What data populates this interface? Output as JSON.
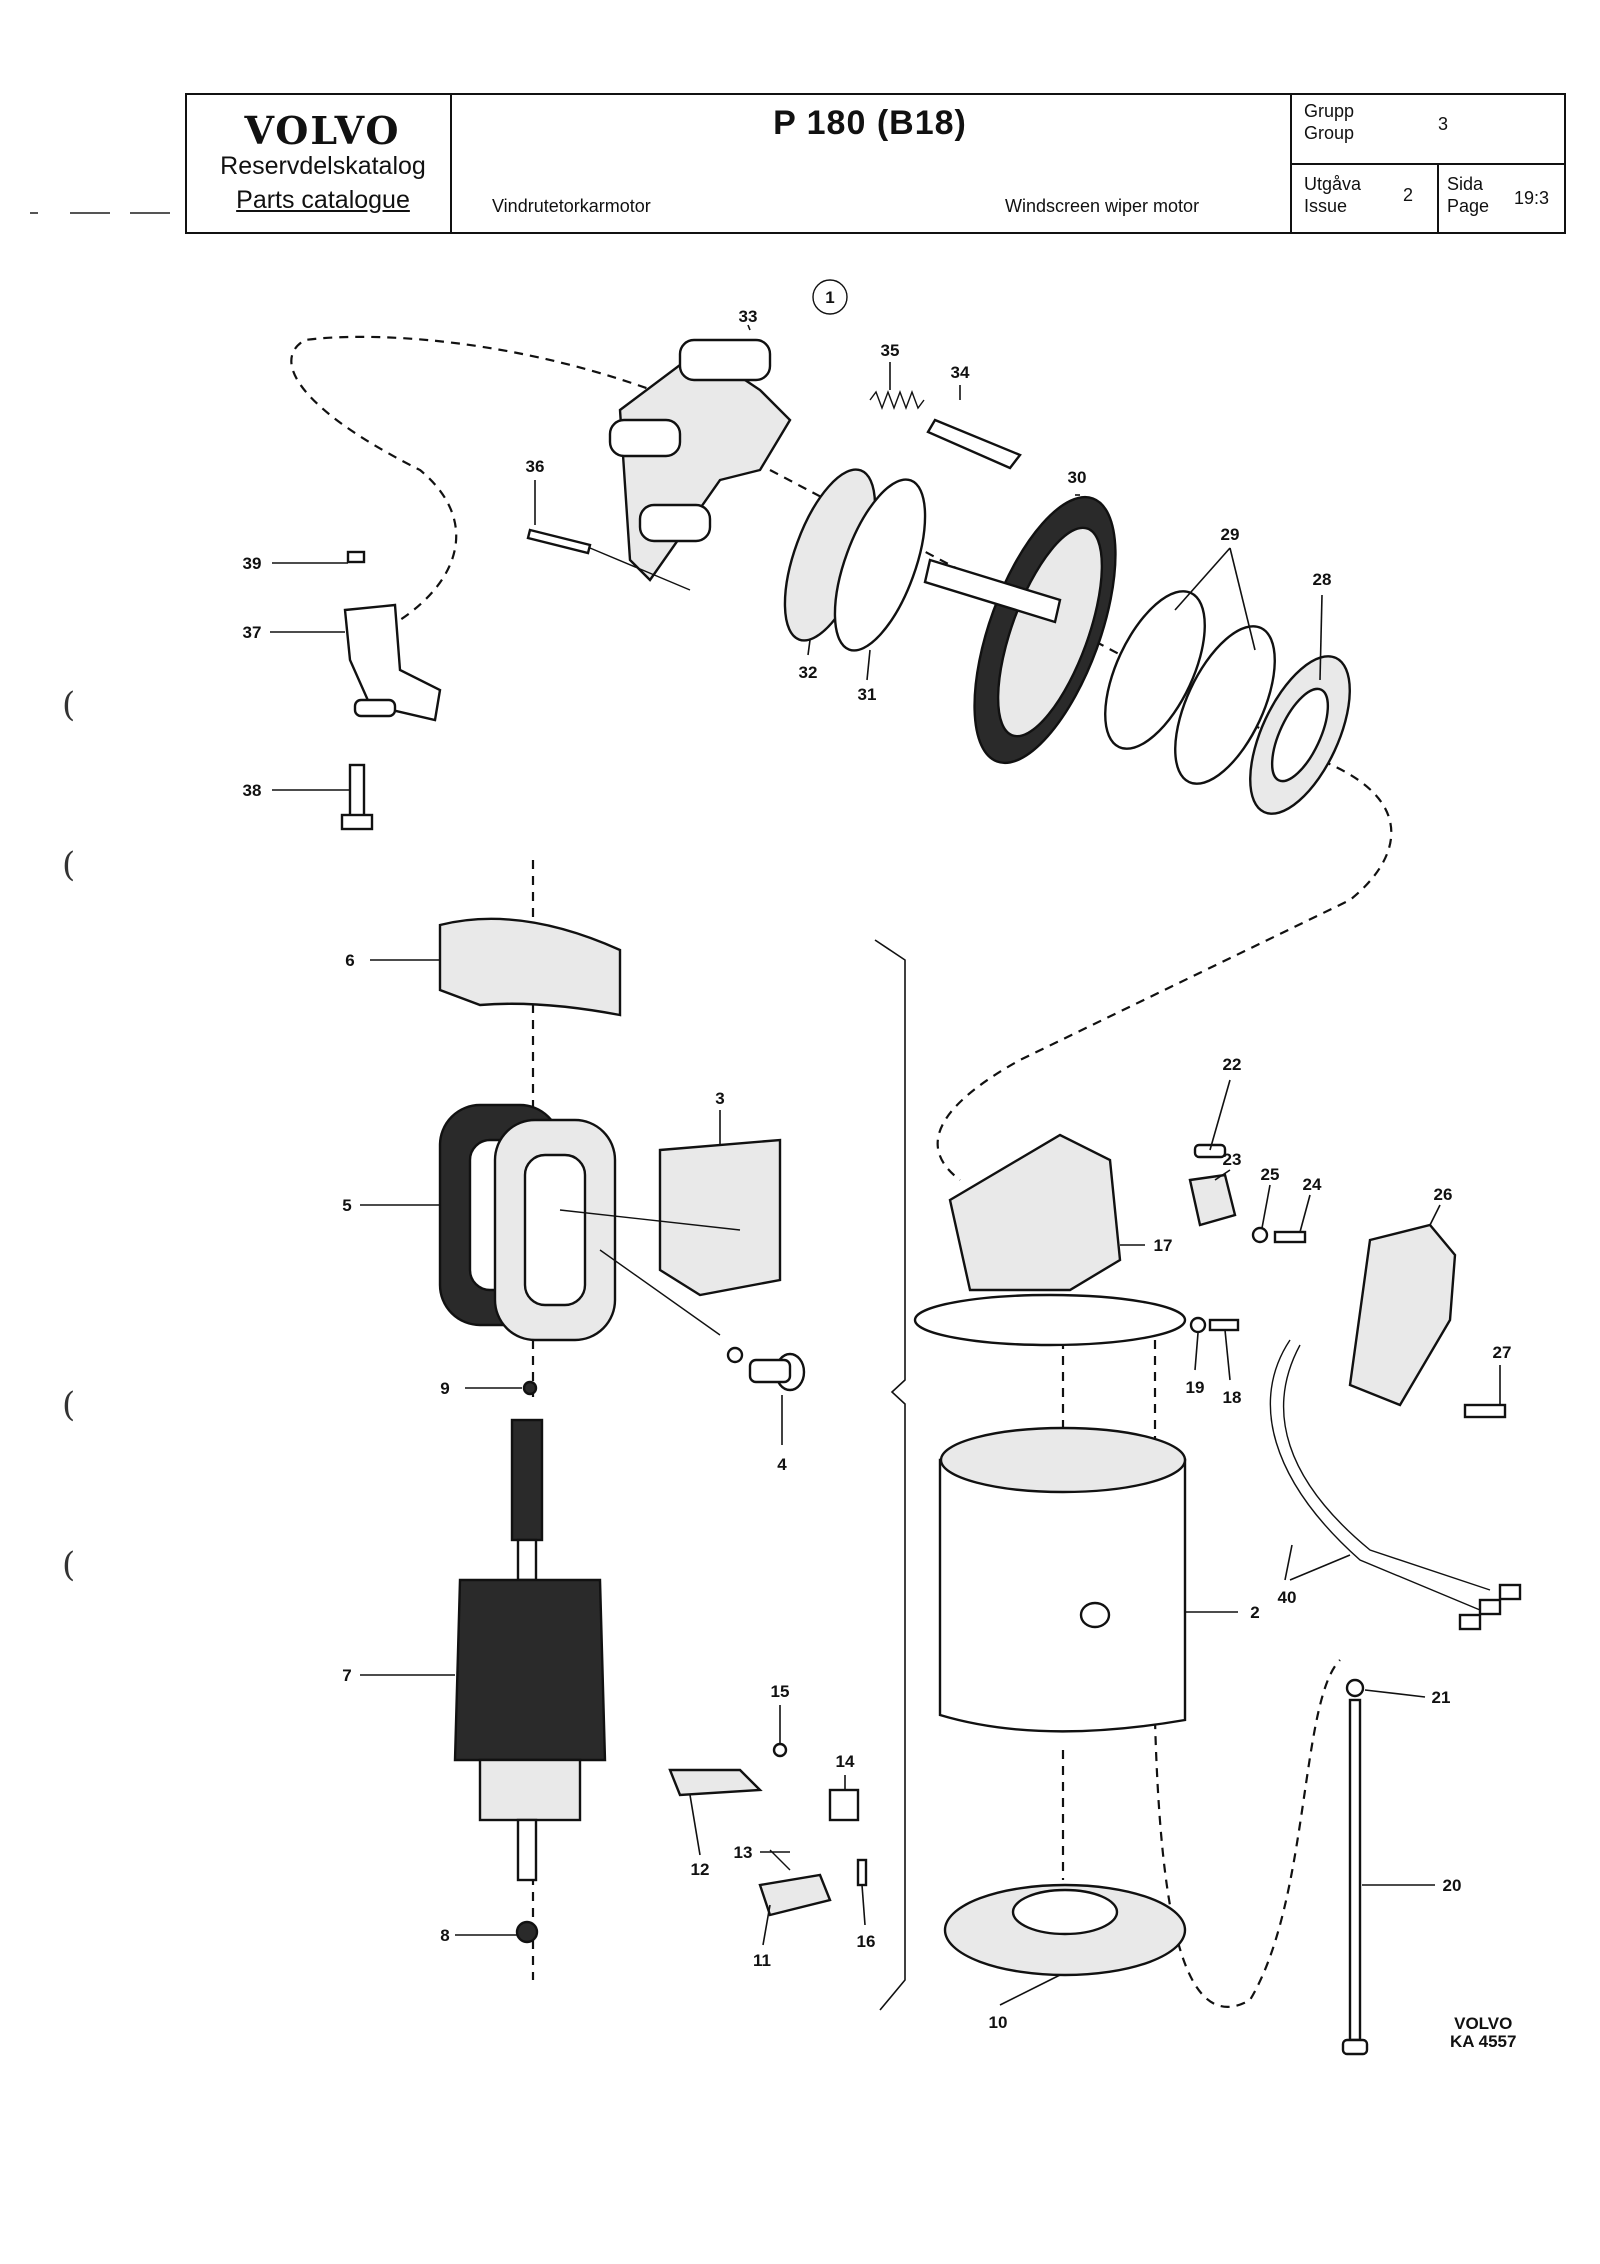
{
  "header": {
    "brand": "VOLVO",
    "catalog_sv": "Reservdelskatalog",
    "catalog_en": "Parts catalogue",
    "model": "P 180 (B18)",
    "title_sv": "Vindrutetorkarmotor",
    "title_en": "Windscreen wiper motor",
    "group_label_sv": "Grupp",
    "group_label_en": "Group",
    "group_value": "3",
    "issue_label_sv": "Utgåva",
    "issue_label_en": "Issue",
    "issue_value": "2",
    "page_label_sv": "Sida",
    "page_label_en": "Page",
    "page_value": "19:3"
  },
  "diagram": {
    "view_number": "1",
    "callouts": [
      "2",
      "3",
      "4",
      "5",
      "6",
      "7",
      "8",
      "9",
      "10",
      "11",
      "12",
      "13",
      "14",
      "15",
      "16",
      "17",
      "18",
      "19",
      "20",
      "21",
      "22",
      "23",
      "24",
      "25",
      "26",
      "27",
      "28",
      "29",
      "30",
      "31",
      "32",
      "33",
      "34",
      "35",
      "36",
      "37",
      "38",
      "39",
      "40"
    ],
    "stamp_line1": "VOLVO",
    "stamp_line2": "KA 4557"
  }
}
